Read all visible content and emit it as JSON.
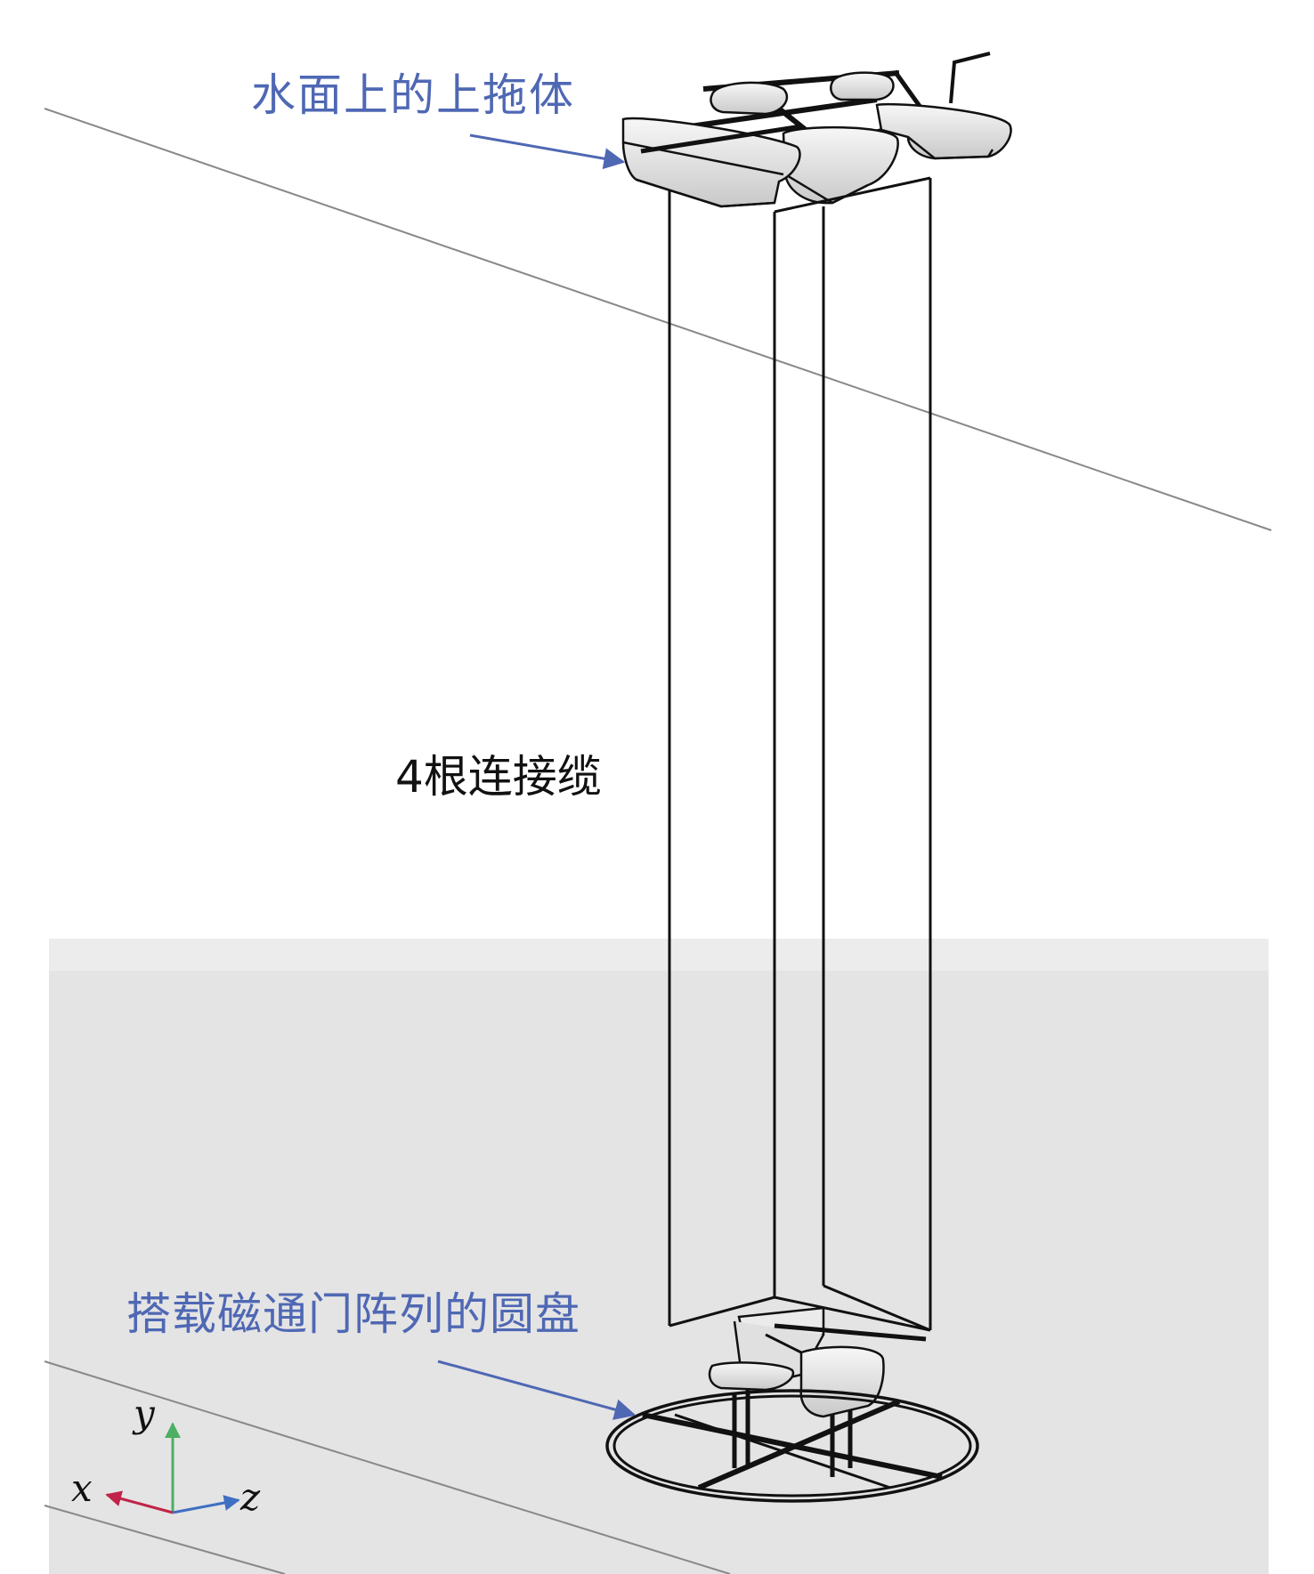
{
  "labels": {
    "top_body": "水面上的上拖体",
    "cables": "4根连接缆",
    "disc": "搭载磁通门阵列的圆盘"
  },
  "axes": {
    "x": "x",
    "y": "y",
    "z": "z",
    "x_color": "#c0244a",
    "y_color": "#4caf63",
    "z_color": "#3f6fc2"
  },
  "colors": {
    "annotation": "#4f68b4",
    "seabed": "#e4e4e4",
    "structure": "#111111",
    "hull_fill": "#e9e9e9"
  }
}
